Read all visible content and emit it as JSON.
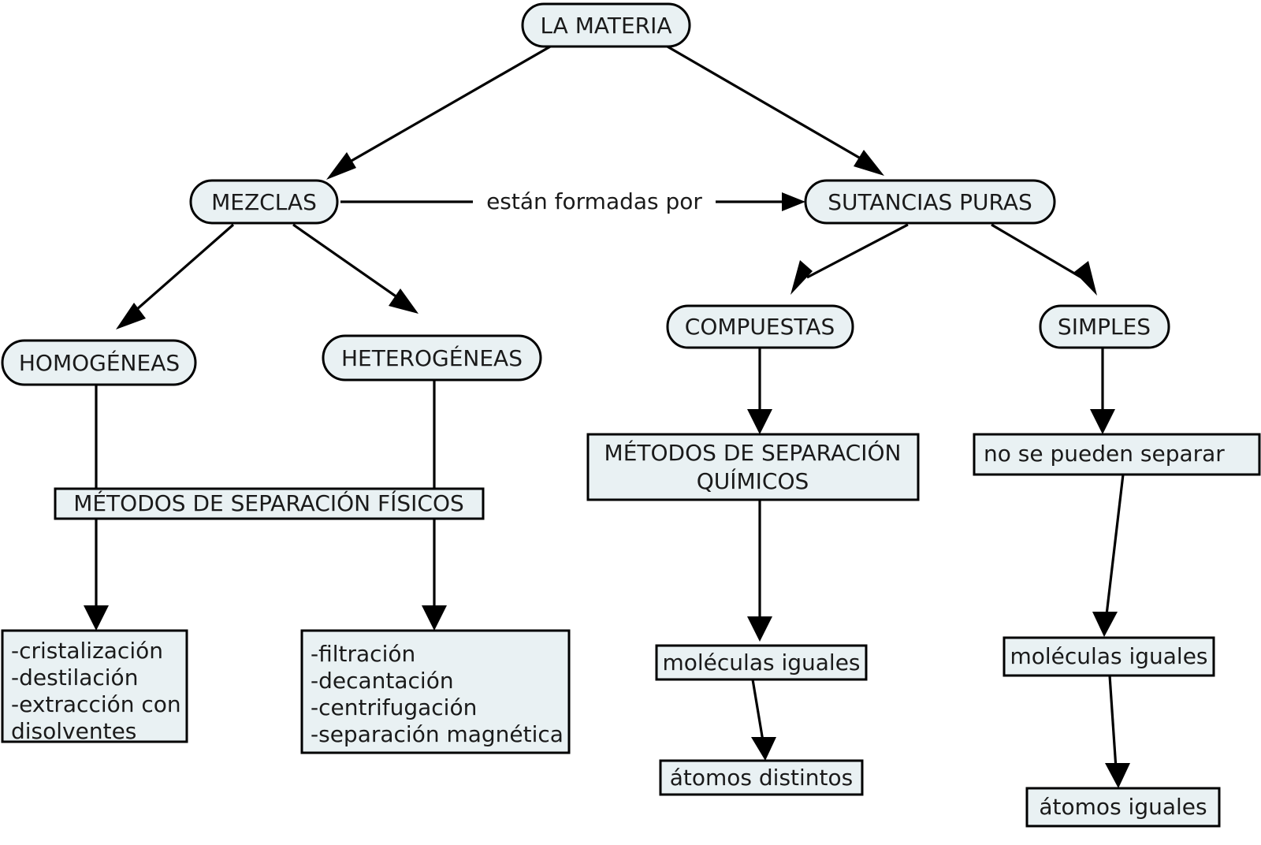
{
  "diagram": {
    "title": "LA MATERIA",
    "language": "es",
    "background_color": "#ffffff",
    "node_fill_color": "#e9f1f3",
    "node_stroke_color": "#000000",
    "text_color": "#1a1a1a",
    "nodes": {
      "materia": {
        "label": "LA MATERIA"
      },
      "mezclas": {
        "label": "MEZCLAS"
      },
      "sustancias": {
        "label": "SUTANCIAS PURAS"
      },
      "homogeneas": {
        "label": "HOMOGÉNEAS"
      },
      "heterogeneas": {
        "label": "HETEROGÉNEAS"
      },
      "compuestas": {
        "label": "COMPUESTAS"
      },
      "simples": {
        "label": "SIMPLES"
      },
      "metodos_fisicos": {
        "label": "MÉTODOS DE SEPARACIÓN FÍSICOS"
      },
      "metodos_quimicos": {
        "line1": "MÉTODOS DE SEPARACIÓN",
        "line2": "QUÍMICOS"
      },
      "no_separar": {
        "label": "no se pueden separar"
      },
      "lista_homogeneas": {
        "line1": "-cristalización",
        "line2": "-destilación",
        "line3": "-extracción con",
        "line4": "disolventes"
      },
      "lista_heterogeneas": {
        "line1": "-filtración",
        "line2": "-decantación",
        "line3": "-centrifugación",
        "line4": "-separación magnética"
      },
      "moleculas_iguales_c": {
        "label": "moléculas iguales"
      },
      "atomos_distintos": {
        "label": "átomos distintos"
      },
      "moleculas_iguales_s": {
        "label": "moléculas iguales"
      },
      "atomos_iguales": {
        "label": "átomos iguales"
      }
    },
    "edges": {
      "mezclas_a_sustancias": {
        "label": "están formadas por"
      }
    }
  }
}
